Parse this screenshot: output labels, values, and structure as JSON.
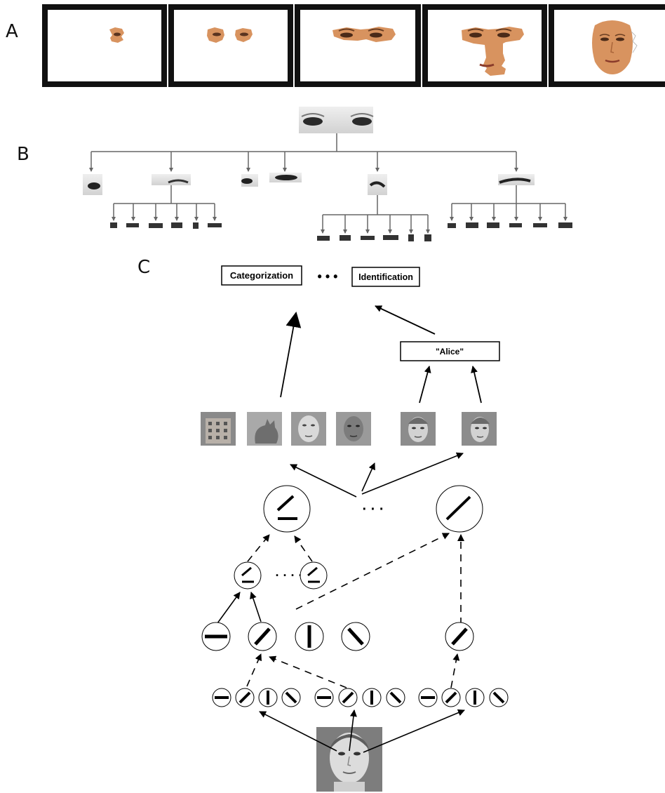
{
  "panels": {
    "a": {
      "letter": "A"
    },
    "b": {
      "letter": "B"
    },
    "c": {
      "letter": "C"
    }
  },
  "panel_c": {
    "task_boxes": {
      "categorization": "Categorization",
      "ellipsis": "• • •",
      "identification": "Identification"
    },
    "name_box": "\"Alice\"",
    "feature_ellipsis_top": "· · ·",
    "feature_ellipsis_mid": "· · · ·"
  },
  "colors": {
    "frame": "#111111",
    "skin": "#d8935f",
    "skin_dark": "#a9653a",
    "photo_gray": "#7d7d7d",
    "line": "#000000"
  }
}
